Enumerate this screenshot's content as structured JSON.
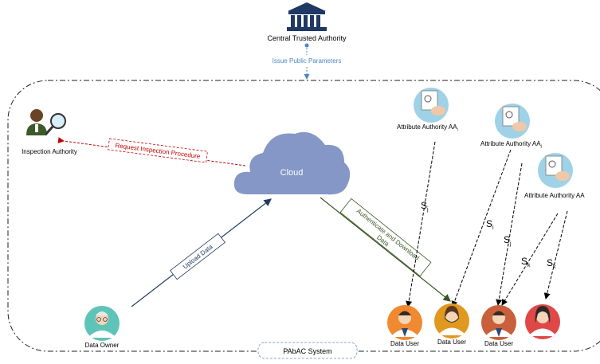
{
  "central_authority": {
    "label": "Central Trusted Authority"
  },
  "issue_params": {
    "label": "Issue Public Parameters"
  },
  "inspection": {
    "label": "Inspection Authority",
    "request_label": "Request Inspection Procedure"
  },
  "cloud": {
    "label": "Cloud"
  },
  "upload": {
    "label": "Upload Data"
  },
  "authenticate": {
    "line1": "Authenticate and Download",
    "line2": "Data"
  },
  "data_owner": {
    "label": "Data Owner"
  },
  "system": {
    "label": "PAbAC System"
  },
  "attribute_authorities": [
    {
      "label": "Attribute Authority AA",
      "sub": "i"
    },
    {
      "label": "Attribute Authority AA",
      "sub": "j"
    },
    {
      "label": "Attribute Authority AA",
      "sub": ""
    }
  ],
  "secret_keys": [
    {
      "letter": "S",
      "sub": "j"
    },
    {
      "letter": "S",
      "sub": "i"
    },
    {
      "letter": "S",
      "sub": "j"
    },
    {
      "letter": "S",
      "sub": "k"
    },
    {
      "letter": "S",
      "sub": "k"
    }
  ],
  "data_users": [
    {
      "label": "Data User"
    },
    {
      "label": "Data User"
    },
    {
      "label": "Data User"
    }
  ],
  "colors": {
    "request_arrow": "#c00000",
    "authenticate_arrow": "#375623",
    "upload_arrow": "#1f3864",
    "issue_label": "#4a86c6",
    "cloud": "#8497c6",
    "bank": "#1f3864"
  }
}
